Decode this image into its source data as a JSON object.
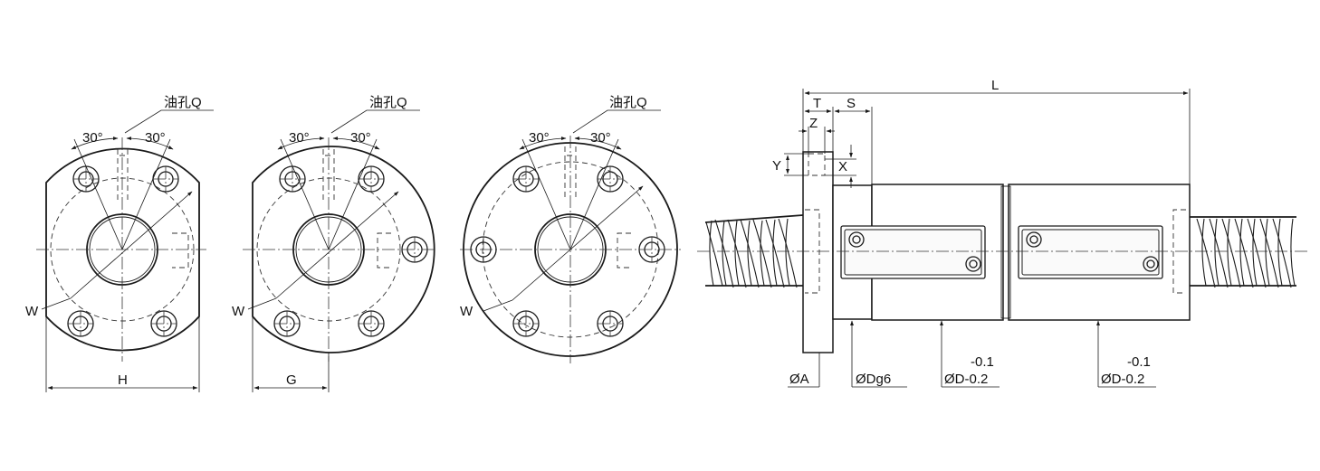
{
  "labels": {
    "oil_hole": "油孔Q",
    "angle_30": "30°",
    "w": "W",
    "h": "H",
    "g": "G",
    "l": "L",
    "t": "T",
    "s": "S",
    "z": "Z",
    "y": "Y",
    "x": "X",
    "dia_a": "ØA",
    "dia_dg6": "ØDg6",
    "tol_upper": "-0.1",
    "dia_d_tol": "ØD-0.2"
  }
}
